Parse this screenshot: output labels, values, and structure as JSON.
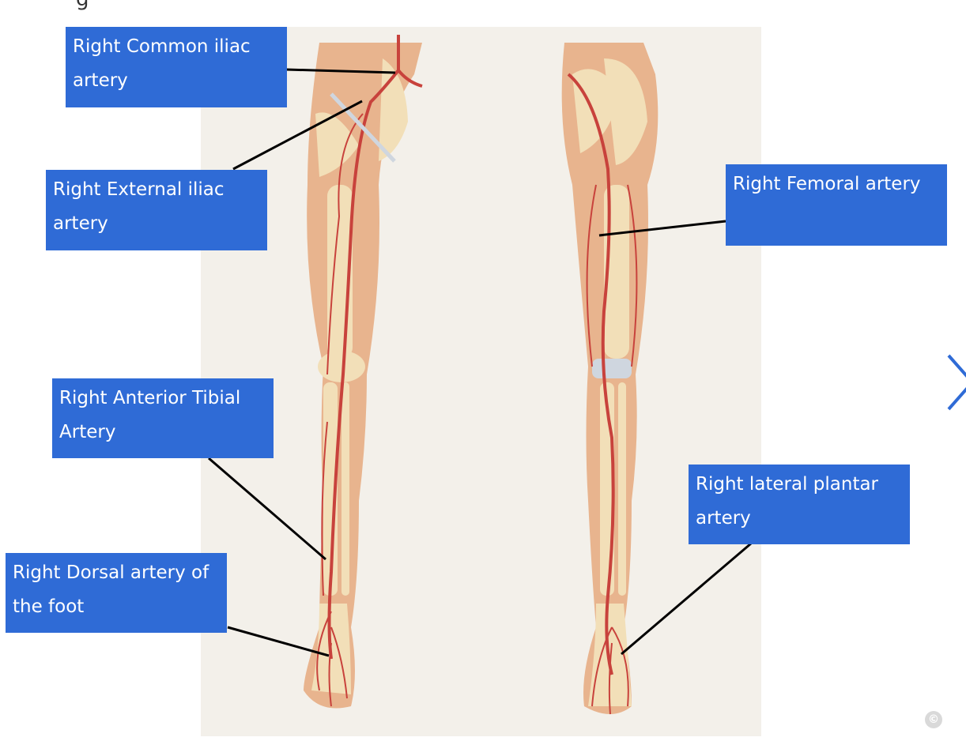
{
  "header": {
    "partial_text": "g"
  },
  "labels": [
    {
      "id": "common-iliac",
      "text": "Right Common iliac artery"
    },
    {
      "id": "external-iliac",
      "text": "Right External iliac artery"
    },
    {
      "id": "anterior-tibial",
      "text": "Right Anterior Tibial Artery"
    },
    {
      "id": "dorsal-foot",
      "text": "Right Dorsal artery of the foot"
    },
    {
      "id": "femoral",
      "text": "Right Femoral artery"
    },
    {
      "id": "lateral-plantar",
      "text": "Right lateral plantar artery"
    }
  ],
  "icons": {
    "next": "chevron-right-icon",
    "copyright": "copyright-icon"
  },
  "copyright_symbol": "©",
  "colors": {
    "label_bg": "#2f6bd6",
    "label_text": "#ffffff",
    "artery": "#c8423c",
    "skin": "#e8b48e",
    "bone": "#f2dfb8"
  }
}
